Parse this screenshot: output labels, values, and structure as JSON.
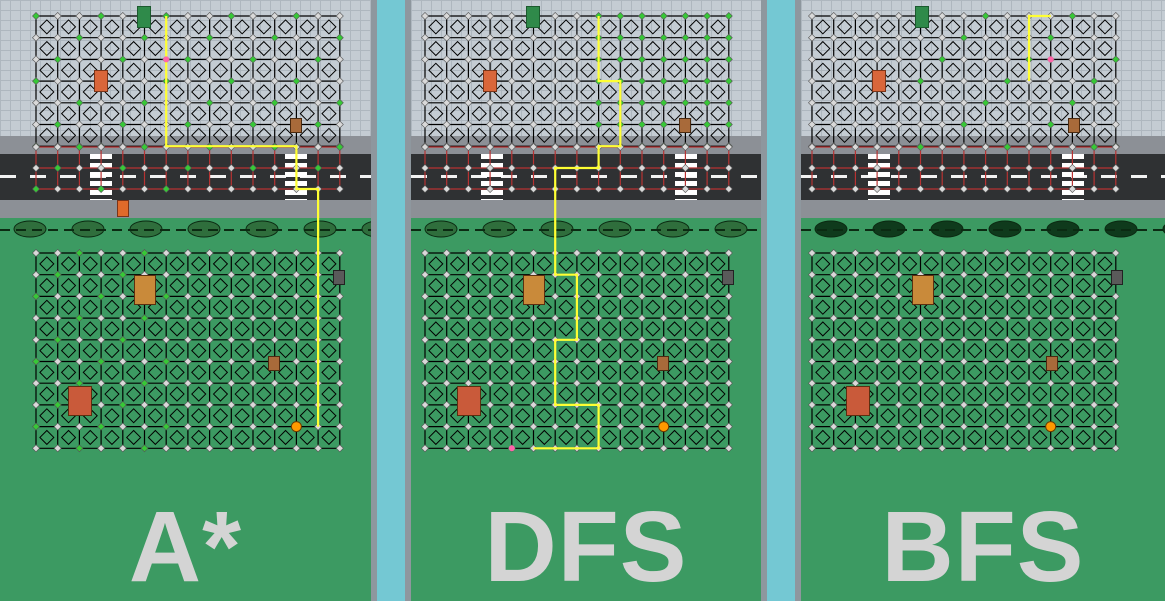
{
  "panels": [
    {
      "label": "A*"
    },
    {
      "label": "DFS"
    },
    {
      "label": "BFS"
    }
  ],
  "colors": {
    "grass": "#3c9a62",
    "plaza": "#c4ccd3",
    "road": "#2f3133",
    "water": "#74c8d3",
    "grid_line": "#000000",
    "path": "#ffff33",
    "visited_node": "#37c837",
    "unvisited_node": "#d9d9d9",
    "goal_node": "#ff9900",
    "start_node": "#ff66aa",
    "road_grid": "#b83232"
  },
  "icons": [
    "trash-can-icon",
    "fire-hydrant-icon",
    "food-cart-icon",
    "tree-icon",
    "barrel-icon"
  ]
}
